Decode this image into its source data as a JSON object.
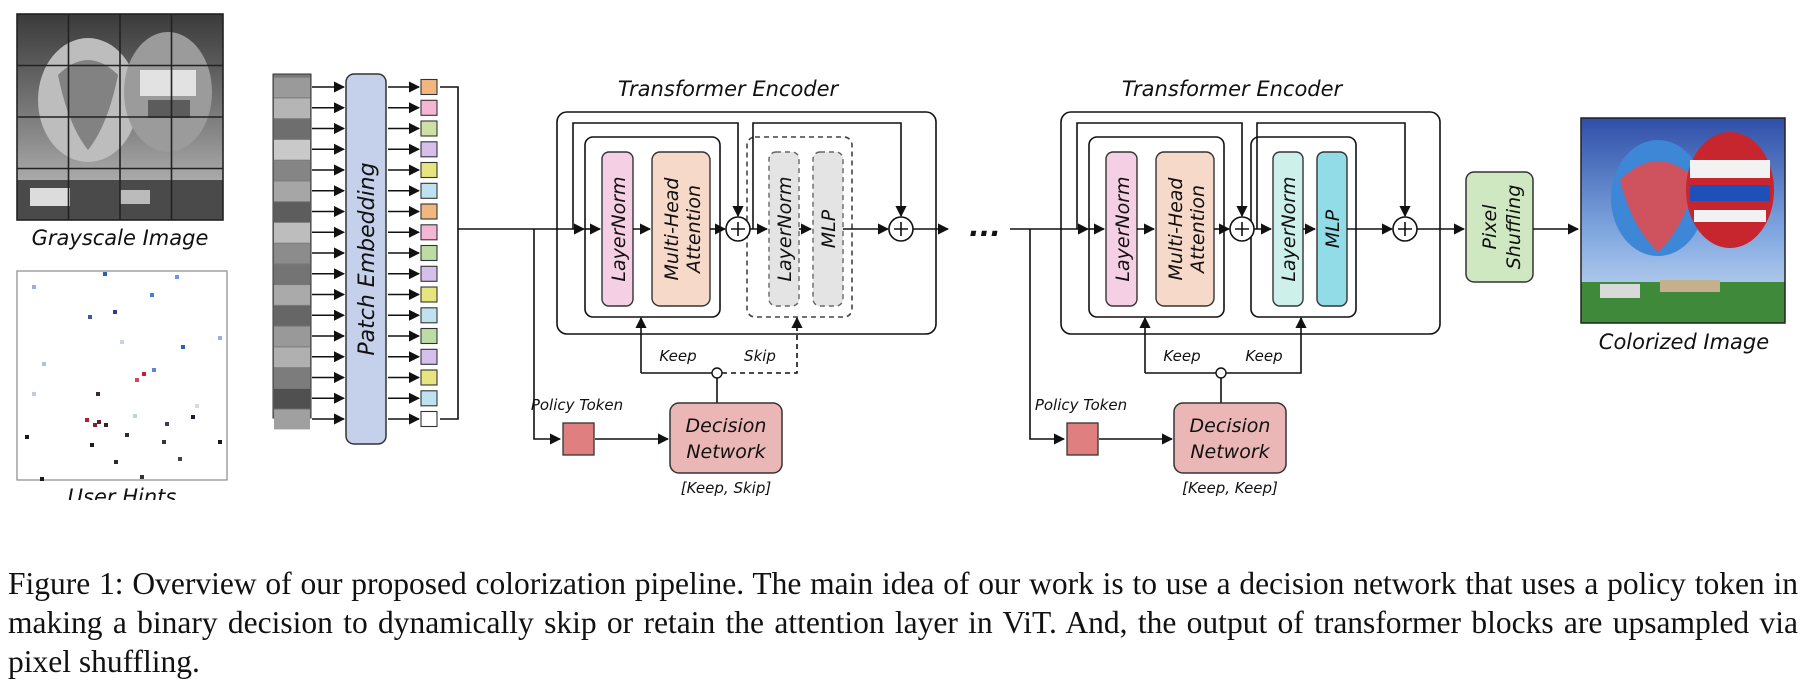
{
  "inputs": {
    "grayscale_label": "Grayscale Image",
    "hints_label": "User Hints"
  },
  "patch_embedding_label": "Patch Embedding",
  "encoders": [
    {
      "title": "Transformer Encoder",
      "layernorm_1": "LayerNorm",
      "attention": [
        "Multi-Head",
        "Attention"
      ],
      "layernorm_2": "LayerNorm",
      "mlp": "MLP",
      "mlp_skipped": true,
      "branch_left": "Keep",
      "branch_right": "Skip",
      "policy_token_label": "Policy Token",
      "decision_network": [
        "Decision",
        "Network"
      ],
      "decision_output": "[Keep, Skip]"
    },
    {
      "title": "Transformer Encoder",
      "layernorm_1": "LayerNorm",
      "attention": [
        "Multi-Head",
        "Attention"
      ],
      "layernorm_2": "LayerNorm",
      "mlp": "MLP",
      "mlp_skipped": false,
      "branch_left": "Keep",
      "branch_right": "Keep",
      "policy_token_label": "Policy Token",
      "decision_network": [
        "Decision",
        "Network"
      ],
      "decision_output": "[Keep, Keep]"
    }
  ],
  "ellipsis": "...",
  "pixel_shuffling": [
    "Pixel",
    "Shuffling"
  ],
  "output_label": "Colorized Image",
  "caption": "Figure 1: Overview of our proposed colorization pipeline. The main idea of our work is to use a decision network that uses a policy token in making a binary decision to dynamically skip or retain the attention layer in ViT. And, the output of transformer blocks are upsampled via pixel shuffling.",
  "colors": {
    "patch_embedding": "#c5d1ea",
    "layernorm": "#f5cfe4",
    "attention": "#f6d9c8",
    "layernorm_2": "#cdf1ea",
    "mlp": "#92dce8",
    "skipped_block": "#e4e4e4",
    "pixel_shuffle": "#cfe8c2",
    "decision": "#ebb6b6",
    "policy_token": "#e07f7f",
    "token_colors": [
      "#f2b77f",
      "#f5b6d6",
      "#cfe0a6",
      "#d4c0ea",
      "#e7e57f",
      "#bfe2ef",
      "#f2b77f",
      "#f5b6d6",
      "#bcdca6",
      "#d4c0ea",
      "#e7e57f",
      "#bfe2ef",
      "#bcdca6",
      "#d4c0ea",
      "#e7e57f",
      "#bfe2ef",
      "#ffffff"
    ]
  }
}
